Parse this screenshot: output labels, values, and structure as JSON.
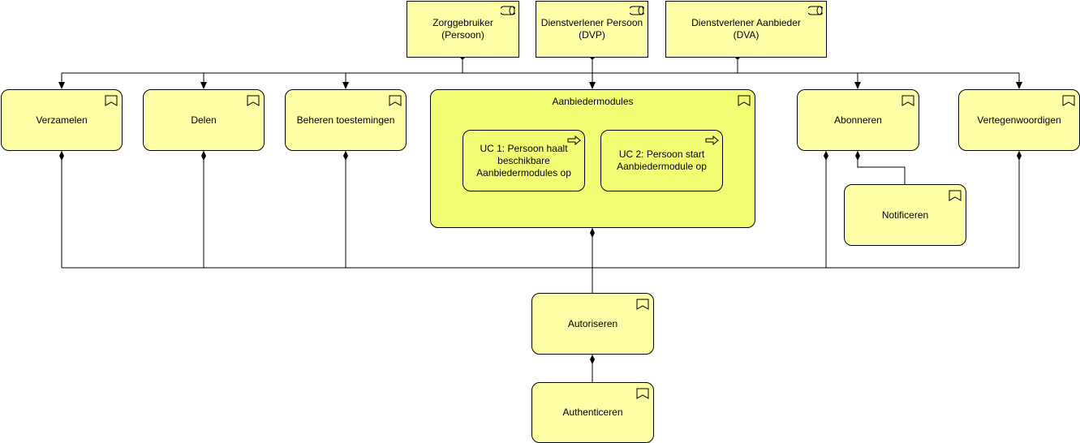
{
  "colors": {
    "element_fill": "#ffffa8",
    "container_fill": "#f2ff74",
    "stroke": "#000000"
  },
  "roles": [
    {
      "id": "zorggebruiker",
      "line1": "Zorggebruiker",
      "line2": "(Persoon)"
    },
    {
      "id": "dvp",
      "line1": "Dienstverlener Persoon",
      "line2": "(DVP)"
    },
    {
      "id": "dva",
      "line1": "Dienstverlener Aanbieder",
      "line2": "(DVA)"
    }
  ],
  "services": {
    "verzamelen": "Verzamelen",
    "delen": "Delen",
    "beheren": "Beheren toestemingen",
    "aanbiedermodules": "Aanbiedermodules",
    "abonneren": "Abonneren",
    "vertegenwoordigen": "Vertegenwoordigen",
    "notificeren": "Notificeren",
    "autoriseren": "Autoriseren",
    "authenticeren": "Authenticeren"
  },
  "processes": [
    {
      "id": "uc1",
      "lines": [
        "UC 1: Persoon haalt",
        "beschikbare",
        "Aanbiedermodules op"
      ]
    },
    {
      "id": "uc2",
      "lines": [
        "UC 2:  Persoon start",
        "Aanbiedermodule op"
      ]
    }
  ],
  "icons": {
    "role": "role-icon",
    "service": "service-icon",
    "process": "process-arrow-icon"
  }
}
